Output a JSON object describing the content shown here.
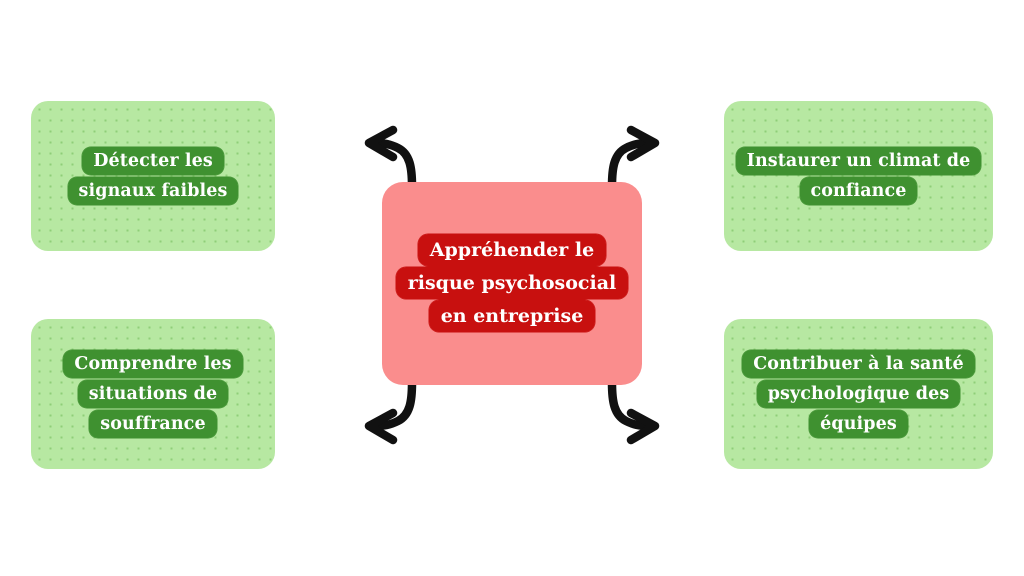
{
  "diagram": {
    "title": "Appréhender le risque psychosocial en entreprise",
    "background_color": "#ffffff",
    "center": {
      "label": "Appréhender le risque psychosocial en entreprise",
      "lines": [
        "Appréhender le",
        "risque psychosocial",
        "en entreprise"
      ],
      "card_color": "#fa8d8d",
      "highlight_color": "#c8100f",
      "text_color": "#ffffff"
    },
    "branches": [
      {
        "position": "top-left",
        "label": "Détecter les signaux faibles",
        "lines": [
          "Détecter les",
          "signaux faibles"
        ],
        "panel_color": "#b7e8a2",
        "highlight_color": "#3f9130",
        "text_color": "#ffffff"
      },
      {
        "position": "bottom-left",
        "label": "Comprendre les situations de souffrance",
        "lines": [
          "Comprendre les",
          "situations de souffrance"
        ],
        "panel_color": "#b7e8a2",
        "highlight_color": "#3f9130",
        "text_color": "#ffffff"
      },
      {
        "position": "top-right",
        "label": "Instaurer un climat de confiance",
        "lines": [
          "Instaurer un climat de",
          "confiance"
        ],
        "panel_color": "#b7e8a2",
        "highlight_color": "#3f9130",
        "text_color": "#ffffff"
      },
      {
        "position": "bottom-right",
        "label": "Contribuer à la santé psychologique des équipes",
        "lines": [
          "Contribuer à la santé",
          "psychologique des équipes"
        ],
        "panel_color": "#b7e8a2",
        "highlight_color": "#3f9130",
        "text_color": "#ffffff"
      }
    ],
    "connectors": [
      {
        "name": "arrow-top-left",
        "direction": "up-left",
        "color": "#111111"
      },
      {
        "name": "arrow-top-right",
        "direction": "up-right",
        "color": "#111111"
      },
      {
        "name": "arrow-bottom-left",
        "direction": "down-left",
        "color": "#111111"
      },
      {
        "name": "arrow-bottom-right",
        "direction": "down-right",
        "color": "#111111"
      }
    ]
  }
}
